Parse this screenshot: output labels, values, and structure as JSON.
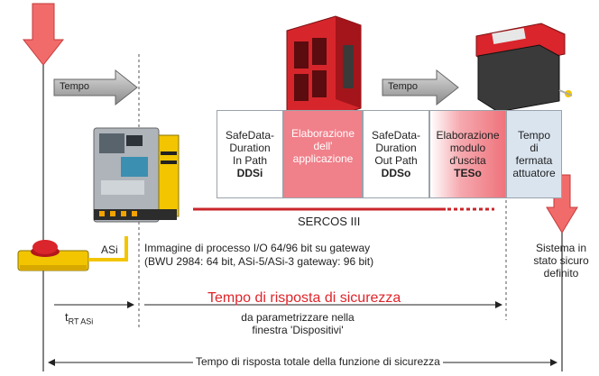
{
  "arrows": {
    "tempo_left": "Tempo",
    "tempo_right": "Tempo"
  },
  "boxes": [
    {
      "line1": "SafeData-",
      "line2": "Duration",
      "line3": "In Path",
      "code": "DDSi"
    },
    {
      "line1": "Elaborazione",
      "line2": "dell'",
      "line3": "applicazione",
      "code": ""
    },
    {
      "line1": "SafeData-",
      "line2": "Duration",
      "line3": "Out Path",
      "code": "DDSo"
    },
    {
      "line1": "Elaborazione",
      "line2": "modulo",
      "line3": "d'uscita",
      "code": "TESo"
    },
    {
      "line1": "Tempo",
      "line2": "di",
      "line3": "fermata",
      "code": "attuatore"
    }
  ],
  "sercos_label": "SERCOS III",
  "asi_label": "ASi",
  "process_image": {
    "line1": "Immagine di processo I/O 64/96 bit su gateway",
    "line2": "(BWU 2984: 64 bit, ASi-5/ASi-3 gateway: 96 bit)"
  },
  "safe_state": {
    "line1": "Sistema in",
    "line2": "stato sicuro",
    "line3": "definito"
  },
  "response": {
    "title": "Tempo di risposta di sicurezza",
    "sub1": "da parametrizzare nella",
    "sub2": "finestra 'Dispositivi'"
  },
  "t_rt": {
    "main": "t",
    "sub": "RT ASi"
  },
  "total_label": "Tempo di risposta totale della funzione di sicurezza",
  "colors": {
    "red_arrow": "#f26b6b",
    "box_pink": "#f07f87",
    "box_blue": "#d8e3ee",
    "sercos_red": "#c9252b",
    "response_red": "#e0242a"
  }
}
